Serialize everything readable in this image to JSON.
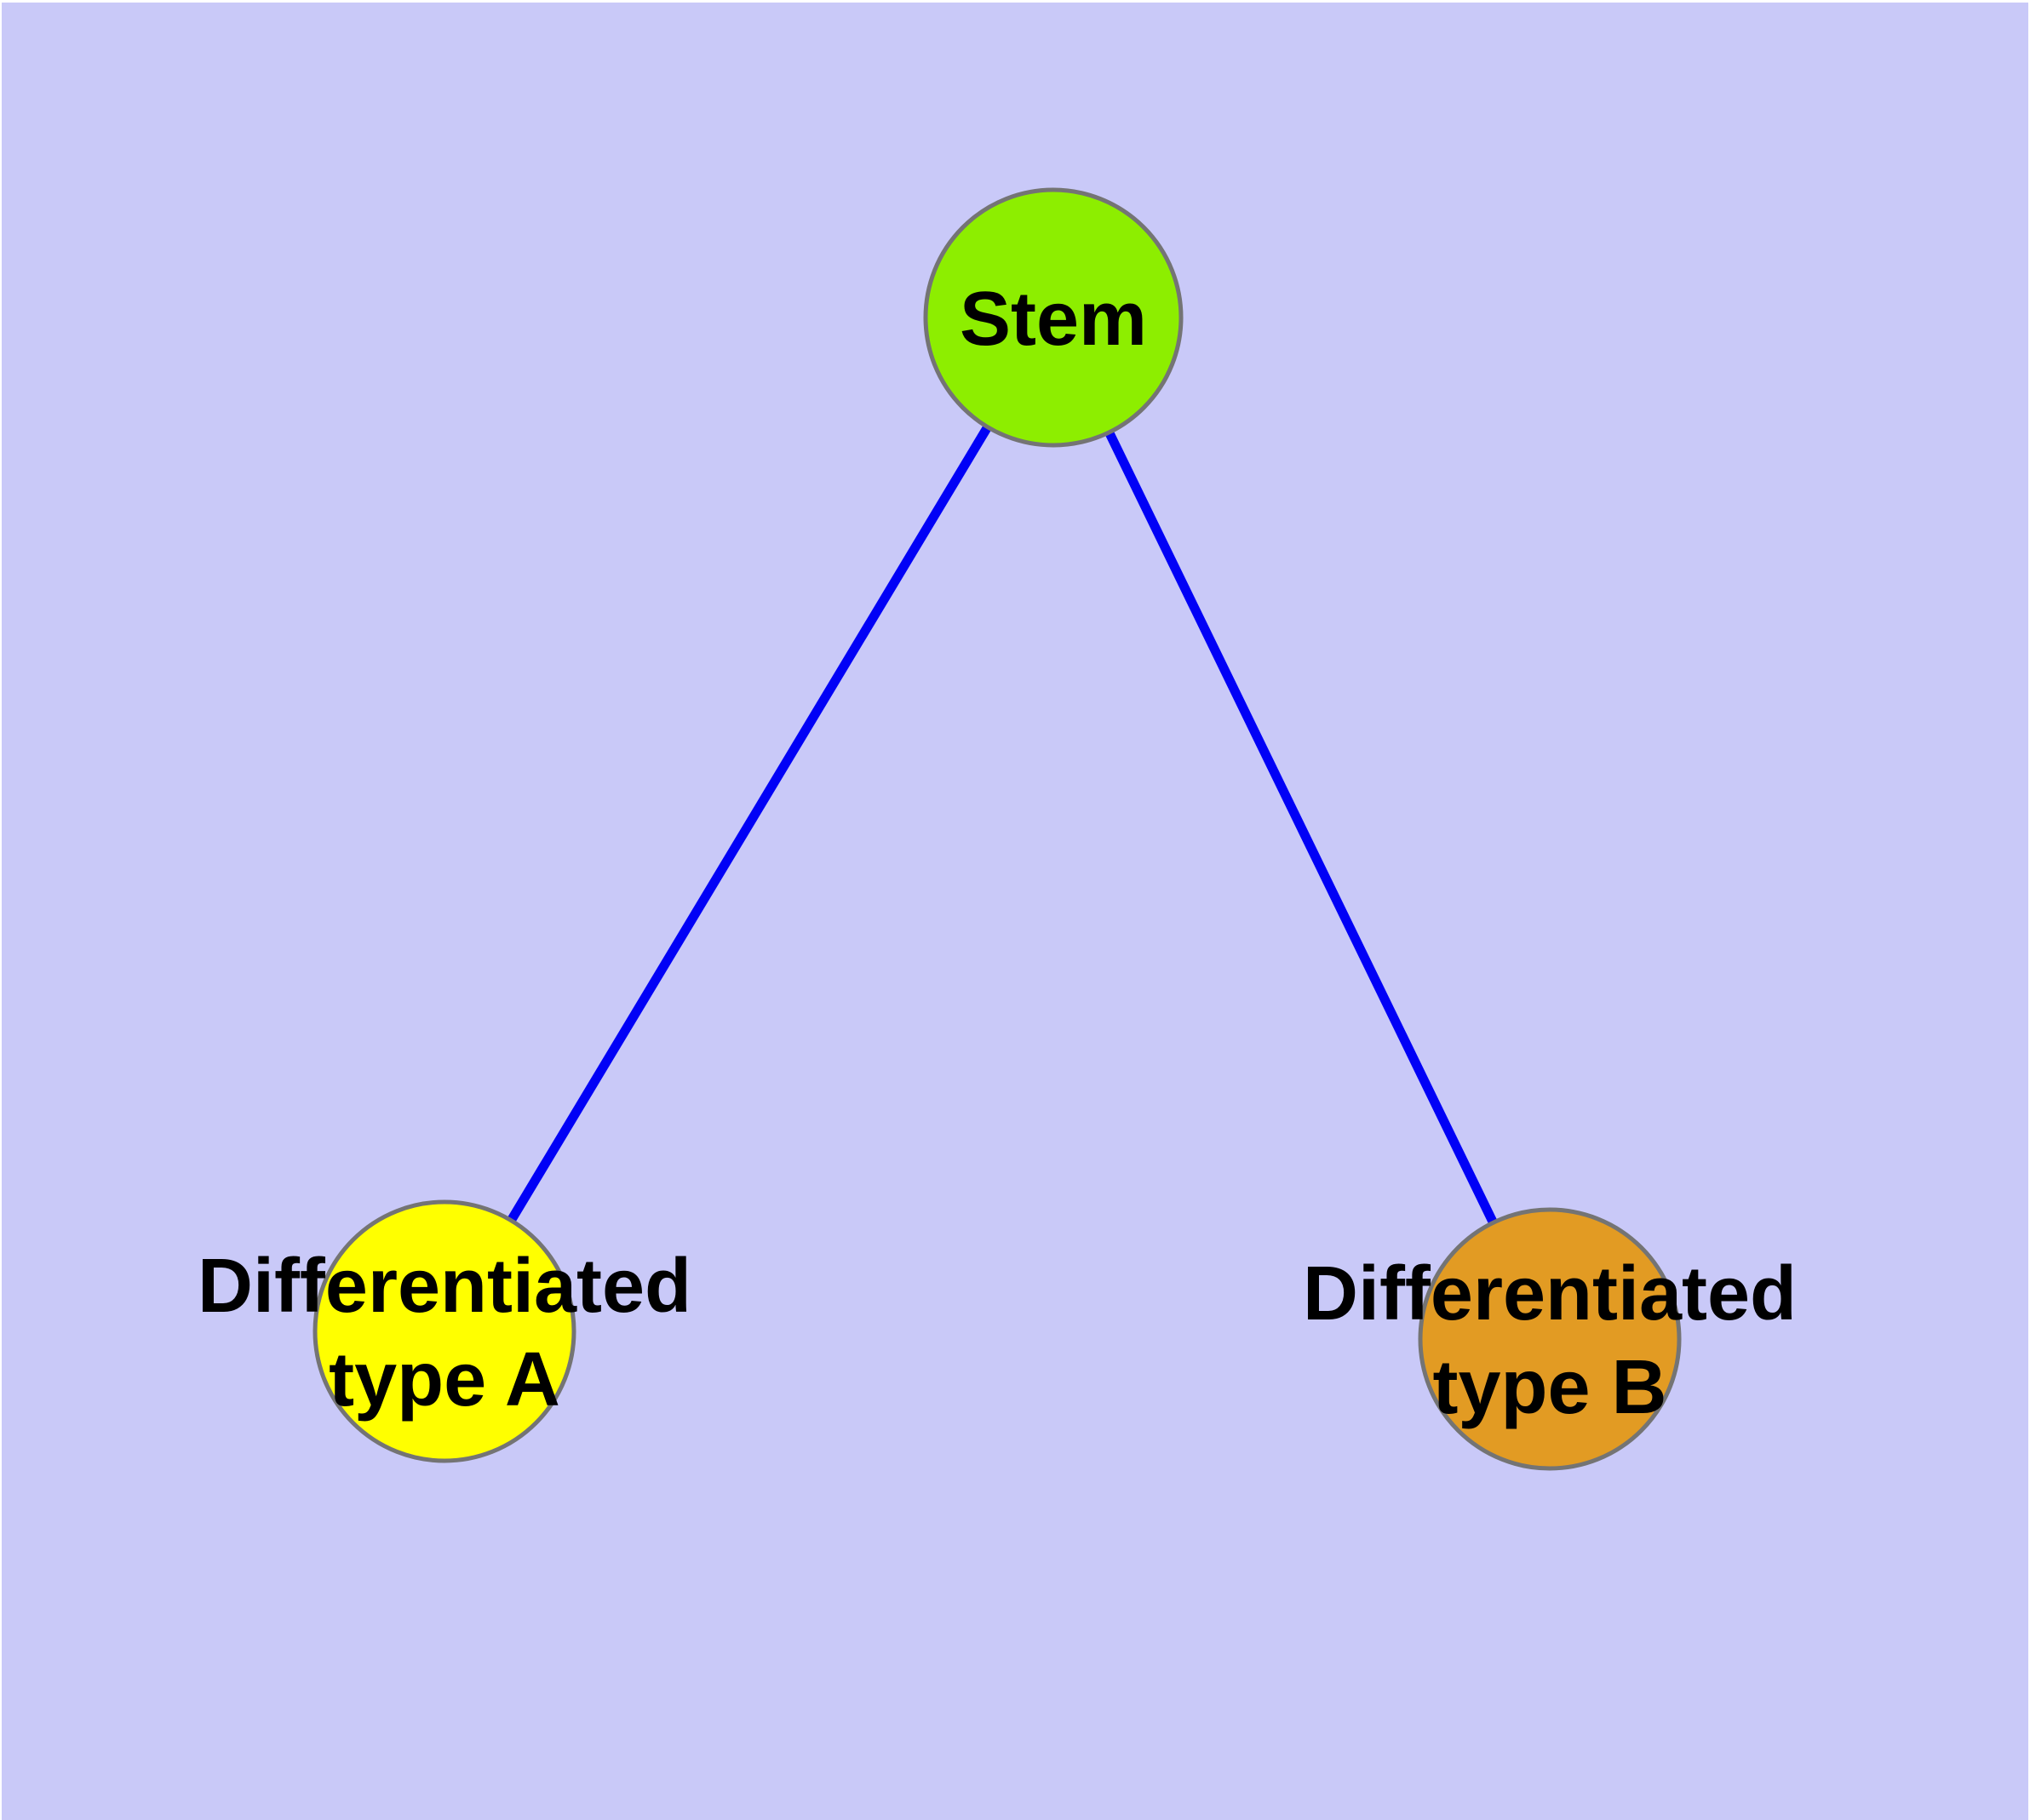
{
  "diagram": {
    "background_color": "#C9C9F8",
    "page_margin_color": "#FFFFFF",
    "edge_color": "#0101F6",
    "node_border_color": "#747474",
    "label_color": "#000000",
    "nodes": [
      {
        "id": "stem",
        "lines": [
          "Stem"
        ],
        "fill": "#8DEE00"
      },
      {
        "id": "differentiated-type-a",
        "lines": [
          "Differentiated",
          "type A"
        ],
        "fill": "#FFFF00"
      },
      {
        "id": "differentiated-type-b",
        "lines": [
          "Differentiated",
          "type B"
        ],
        "fill": "#E29B23"
      }
    ],
    "edges": [
      {
        "from": "stem",
        "to": "differentiated-type-a"
      },
      {
        "from": "stem",
        "to": "differentiated-type-b"
      }
    ]
  }
}
